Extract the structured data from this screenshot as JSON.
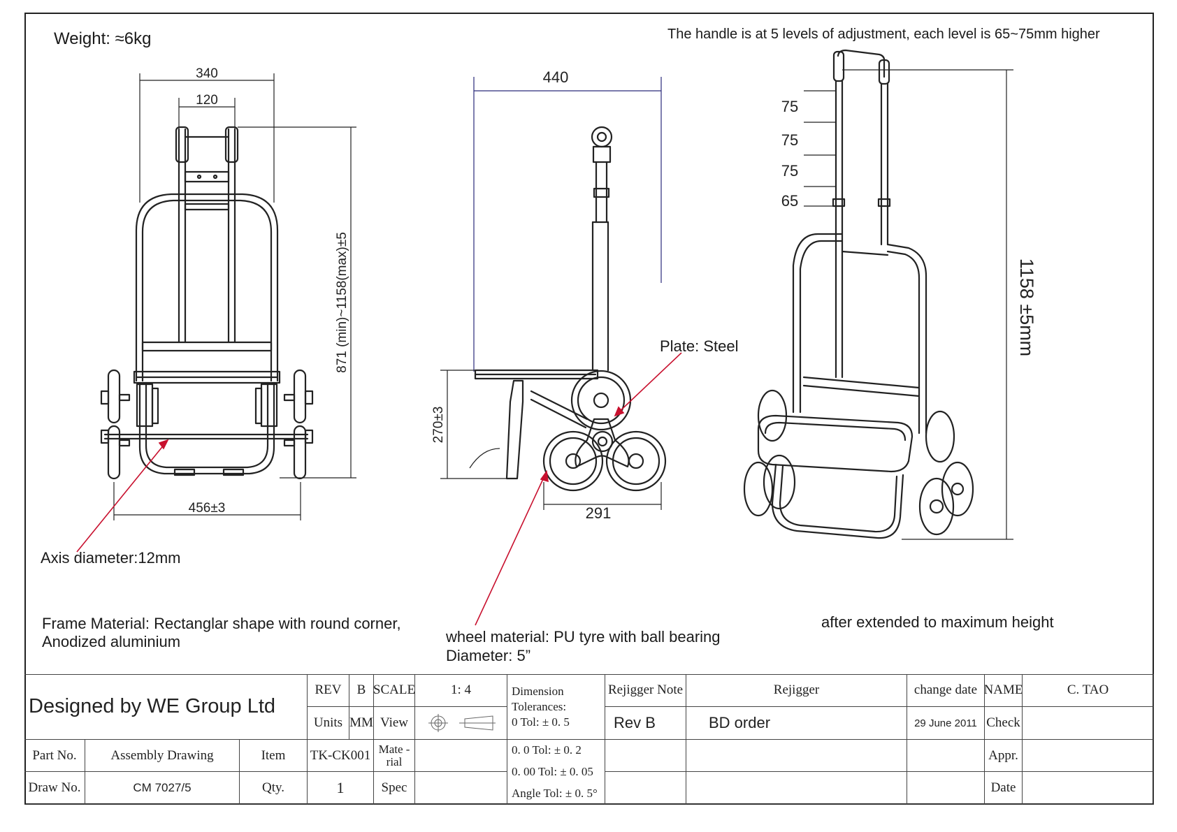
{
  "notes": {
    "weight": "Weight: ≈6kg",
    "handle_adjust": "The handle is at 5 levels of  adjustment, each level is 65~75mm higher",
    "plate": "Plate: Steel",
    "axis": "Axis diameter:12mm",
    "frame_line1": "Frame Material: Rectanglar shape with round corner,",
    "frame_line2": "Anodized aluminium",
    "wheel_line1": "wheel material: PU tyre with ball bearing",
    "wheel_line2": "Diameter: 5”",
    "extended": "after extended to maximum height"
  },
  "dimensions": {
    "front_width_top": "340",
    "front_handle_width": "120",
    "front_height": "871 (min)~1158(max)±5",
    "front_base_width": "456±3",
    "side_depth": "440",
    "side_plate_height": "270±3",
    "side_wheel_span": "291",
    "persp_level_1": "75",
    "persp_level_2": "75",
    "persp_level_3": "75",
    "persp_level_4": "65",
    "persp_total_height": "1158 ±5mm"
  },
  "title_block": {
    "company": "Designed by WE Group Ltd",
    "rev_label": "REV",
    "rev_value": "B",
    "scale_label": "SCALE",
    "scale_value": "1: 4",
    "units_label": "Units",
    "units_value": "MM",
    "view_label": "View",
    "dim_tol_label": "Dimension Tolerances:",
    "tol_0": "0      Tol: ± 0. 5",
    "tol_1": "0. 0    Tol: ± 0. 2",
    "tol_2": "0. 00   Tol: ± 0. 05",
    "tol_angle": "Angle Tol: ± 0. 5°",
    "rejigger_note_label": "Rejigger Note",
    "rejigger_label": "Rejigger",
    "change_date_label": "change date",
    "name_label": "NAME",
    "name_value": "C. TAO",
    "rev_note": "Rev B",
    "rejigger_value": "BD order",
    "change_date_value": "29 June 2011",
    "check_label": "Check",
    "appr_label": "Appr.",
    "date_label": "Date",
    "part_no_label": "Part No.",
    "part_no_value": "Assembly Drawing",
    "item_label": "Item",
    "item_value": "TK-CK001",
    "material_label": "Mate -rial",
    "draw_no_label": "Draw No.",
    "draw_no_value": "CM 7027/5",
    "qty_label": "Qty.",
    "qty_value": "1",
    "spec_label": "Spec"
  }
}
